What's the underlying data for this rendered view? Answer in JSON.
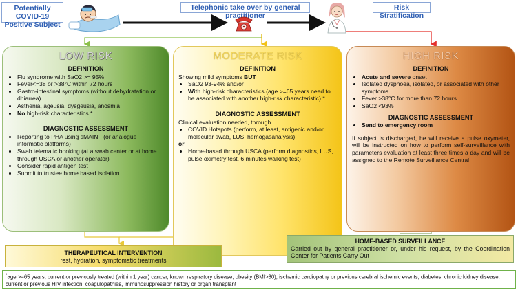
{
  "header": {
    "subject_label_line1": "Potentially COVID-19",
    "subject_label_line2": "Positive Subject",
    "gp_label": "Telephonic take over by general practitioner",
    "risk_label": "Risk Stratification"
  },
  "low": {
    "title": "LOW RISK",
    "definition_heading": "DEFINITION",
    "definition_items": [
      "Flu syndrome with SaO2 >= 95%",
      "Fever<=38 or >38°C within 72 hours",
      "Gastro-intestinal symptoms (without dehydratation or dhiarrea)",
      "Asthenia, ageusia, dysgeusia, anosmia"
    ],
    "definition_last_bold": "No",
    "definition_last_rest": " high-risk characteristics *",
    "assessment_heading": "DIAGNOSTIC ASSESSMENT",
    "assessment_items": [
      "Reporting to PHA using sMAINF (or analogue informatic platforms)",
      "Swab telematic booking (at a swab center or at home through USCA or another operator)",
      "Consider rapid antigen test",
      "Submit to trustee home based isolation"
    ]
  },
  "moderate": {
    "title": "MODERATE RISK",
    "definition_heading": "DEFINITION",
    "intro_plain": "Showing mild symptoms ",
    "intro_bold": "BUT",
    "item1": "SaO2 93-94% and/or",
    "item2_bold": "With",
    "item2_rest": " high-risk characteristics (age >=65 years need to be associated with another high-risk characteristic) *",
    "assessment_heading": "DIAGNOSTIC ASSESSMENT",
    "clinical_text": "Clinical evaluation needed, through",
    "hotspot_item": "COVID Hotspots (perform, at least, antigenic and/or molecular swab, LUS, hemogasanalysis)",
    "or_text": "or",
    "home_item": "Home-based through USCA (perform diagnostics, LUS, pulse oximetry test, 6 minutes walking test)"
  },
  "high": {
    "title": "HIGH RISK",
    "definition_heading": "DEFINITION",
    "item1_bold": "Acute and severe",
    "item1_rest": " onset",
    "definition_items": [
      "Isolated dyspnoea, isolated, or associated with other symptoms",
      "Fever >38°C for more than 72 hours",
      "SaO2 <93%"
    ],
    "assessment_heading": "DIAGNOSTIC ASSESSMENT",
    "assessment_item": "Send to emergency room",
    "discharge_text": "If subject is discharged, he will receive a pulse oxymeter, will be instructed on how to perform self-surveillance with parameters evaluation at least three times a day and will be assigned to the Remote Surveillance Central"
  },
  "therapeutical": {
    "heading": "THERAPEUTICAL INTERVENTION",
    "text": "rest, hydration, symptomatic treatments"
  },
  "home_surveillance": {
    "heading": "HOME-BASED SURVEILLANCE",
    "text": "Carried out by general practitioner or, under his request, by the Coordination Center for Patients Carry Out"
  },
  "footnote": {
    "star": "*",
    "text": "age >=65 years, current or previously treated (within 1 year) cancer,  known respiratory disease, obesity (BMI>30), ischemic cardiopathy or previous cerebral ischemic events, diabetes, chronic kidney disease, current or previous HIV infection, coagulopathies, immunosuppression history or organ transplant"
  },
  "colors": {
    "label_text": "#2f5fb3",
    "low_arrow": "#8cc04a",
    "mod_arrow": "#f2c21b",
    "high_arrow": "#e4302b",
    "footnote_border": "#6fb24a"
  },
  "icons": [
    "sick-patient-icon",
    "telephone-icon",
    "doctor-icon"
  ]
}
